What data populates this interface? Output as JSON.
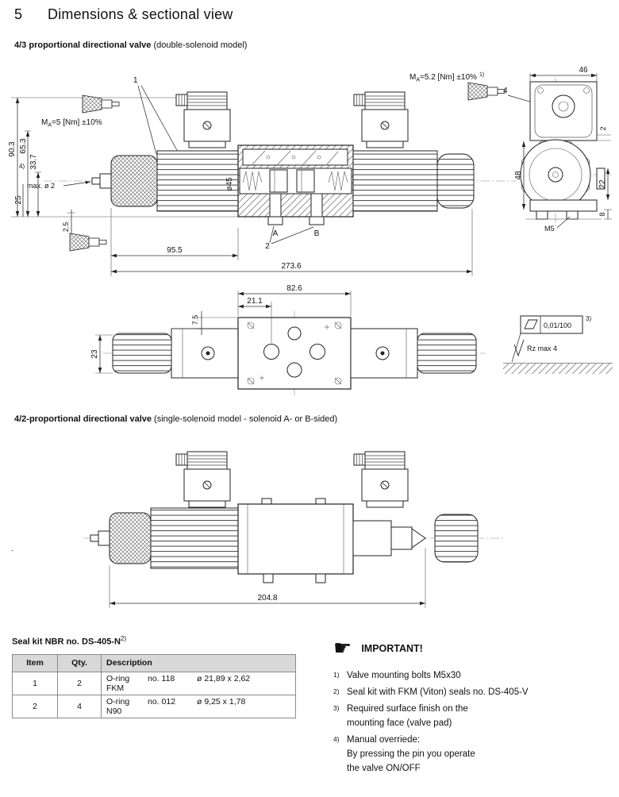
{
  "page": {
    "section_number": "5",
    "title": "Dimensions & sectional view"
  },
  "section_43": {
    "heading_bold": "4/3 proportional directional valve",
    "heading_rest": " (double-solenoid model)"
  },
  "drawing_main": {
    "torque_left": {
      "m": "M",
      "sub": "A",
      "rest": "=5 [Nm] ±10%"
    },
    "torque_right": {
      "m": "M",
      "sub": "A",
      "rest": "=5.2 [Nm] ±10%",
      "sup": "1)"
    },
    "callout_1": "1",
    "callout_2": "2",
    "callout_4": "4",
    "note_4_sup": "4)",
    "port_a": "A",
    "port_b": "B",
    "dims": {
      "d90_3": "90.3",
      "d65_3": "65.3",
      "d33_7": "33.7",
      "d25": "25",
      "max_dia_2": "max. ø 2",
      "d2_5": "2.5",
      "d95_5": "95.5",
      "d273_6": "273.6",
      "dia45": "ø45",
      "d46": "46",
      "d48": "48",
      "d22": "22",
      "d8": "8",
      "d2": "2",
      "m5": "M5"
    }
  },
  "drawing_top": {
    "dims": {
      "d82_6": "82.6",
      "d21_1": "21.1",
      "d7_5": "7.5",
      "d23": "23"
    },
    "flatness": {
      "value": "0,01/100",
      "sup": "3)"
    },
    "roughness": "Rz max 4"
  },
  "section_42": {
    "heading_bold": "4/2-proportional directional valve",
    "heading_rest": " (single-solenoid model - solenoid A- or B-sided)"
  },
  "drawing_single": {
    "dims": {
      "d204_8": "204.8"
    },
    "stray_mark": "."
  },
  "seal_kit": {
    "title": "Seal kit NBR no. DS-405-N",
    "title_sup": "2)",
    "headers": [
      "Item",
      "Qty.",
      "Description"
    ],
    "rows": [
      {
        "item": "1",
        "qty": "2",
        "part": "O-ring",
        "no": "no. 118",
        "size": "ø 21,89 x 2,62",
        "material": "FKM"
      },
      {
        "item": "2",
        "qty": "4",
        "part": "O-ring",
        "no": "no. 012",
        "size": "ø 9,25 x 1,78",
        "material": "N90"
      }
    ]
  },
  "important": {
    "title": "IMPORTANT!",
    "hand_icon": "☛",
    "notes": [
      {
        "sup": "1)",
        "line1": "Valve mounting bolts M5x30"
      },
      {
        "sup": "2)",
        "line1": "Seal kit with FKM (Viton) seals no. DS-405-V"
      },
      {
        "sup": "3)",
        "line1": "Required surface finish on the",
        "line2": "mounting face (valve pad)"
      },
      {
        "sup": "4)",
        "line1": "Manual overriede:",
        "line2": "By pressing the pin you operate",
        "line3": "the valve ON/OFF"
      }
    ]
  }
}
